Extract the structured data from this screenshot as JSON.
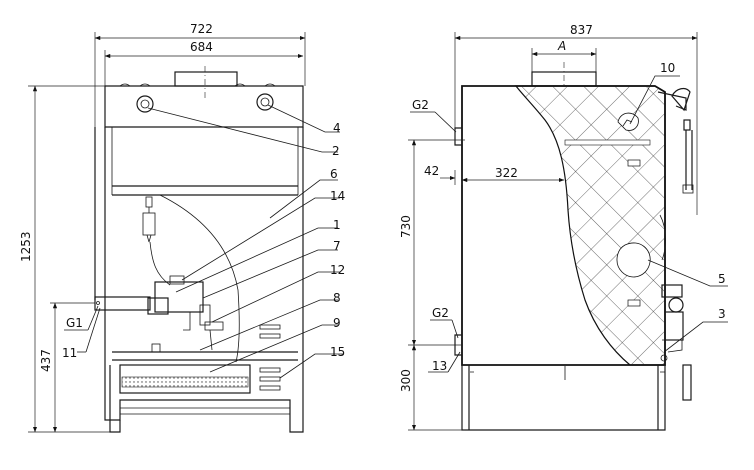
{
  "front_view": {
    "dims": {
      "width_outer": "722",
      "width_inner": "684",
      "height_total": "1253",
      "height_g1": "437"
    },
    "callouts": [
      "4",
      "2",
      "6",
      "14",
      "1",
      "7",
      "12",
      "8",
      "9",
      "15",
      "11"
    ],
    "port_label": "G1"
  },
  "side_view": {
    "dims": {
      "depth": "837",
      "a_label": "A",
      "offset_small": "42",
      "offset_322": "322",
      "height_730": "730",
      "height_300": "300"
    },
    "callouts": [
      "10",
      "5",
      "3",
      "13"
    ],
    "port_labels": [
      "G2",
      "G2"
    ]
  }
}
